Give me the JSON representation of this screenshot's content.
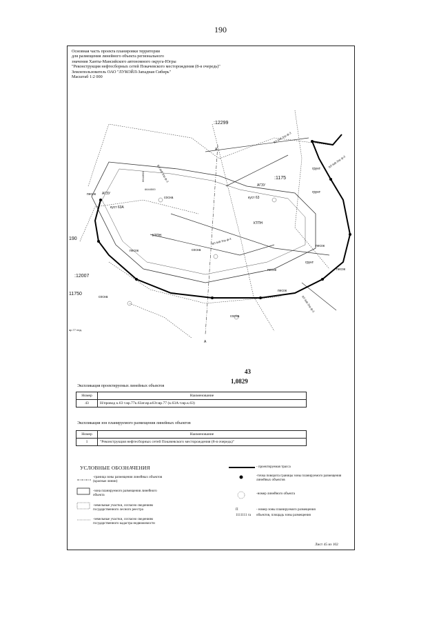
{
  "page_number": "190",
  "header": {
    "line1": "Основная часть проекта планировки территории",
    "line2": "для размещения линейного объекта регионального",
    "line3": "значения Ханты-Мансийского автономного округа-Югры",
    "line4": "\"Реконструкция нефтесборных сетей Покачевского месторождения (8-я очередь)\"",
    "line5": "Землепользователь ОАО \"ЛУКОЙЛ-Западная Сибирь\"",
    "line6": "Масштаб 1:2 000"
  },
  "map_labels": {
    "parcel_12299": ":12299",
    "parcel_1175": ":1175",
    "parcel_190": "190",
    "parcel_12007": ":12007",
    "parcel_11750": "11750",
    "agzu_1": "АГЗУ",
    "agzu_2": "АГЗУ",
    "kust_63a": "куст 63А",
    "kust_63": "куст 63",
    "grunt_1": "грунт",
    "grunt_2": "грунт",
    "grunt_3": "грунт",
    "pesok_1": "песок",
    "pesok_2": "песок",
    "pesok_3": "песок",
    "pesok_4": "песок",
    "pesok_5": "песок",
    "pesok_6": "песок",
    "sosna_1": "сосна",
    "sosna_2": "сосна",
    "sosna_3": "сосна",
    "sosna_4": "сосна",
    "ktpn_1": "КТПН",
    "ktpn_2": "КТПН",
    "vl_1": "ВЛ 6кВ 3пр ф-3",
    "vl_2": "ВЛ 6кВ 3пр ф-3",
    "vl_3": "ВЛ 6кВ 3пр ф-3",
    "vl_4": "ВЛ 6кВ 3пр ф-3",
    "vl_5": "ВЛ 6кВ 3пр ф-3",
    "section_a_top": "А",
    "section_a_bottom": "А",
    "coord_1": "6644600",
    "coord_2": "6644500",
    "ar77": "ар.77 нед.",
    "num_43": "43",
    "num_1_0829": "1,0829"
  },
  "table1": {
    "caption": "Экспликация проектируемых линейных объектов",
    "col_num": "Номер",
    "col_name": "Наименование",
    "rows": [
      {
        "num": "43",
        "name": "Н/провод к.63 т.вр.77к.63ат.вр.к63т.вр.77 (к.63А-т.вр.к.63)"
      }
    ]
  },
  "table2": {
    "caption": "Экспликация зон планируемого размещения линейных объектов",
    "col_num": "Номер",
    "col_name": "Наименование",
    "rows": [
      {
        "num": "1",
        "name": "\"Реконструкция нефтесборных сетей Покачевского месторождения (8-я очередь)\""
      }
    ]
  },
  "legend": {
    "title": "УСЛОВНЫЕ ОБОЗНАЧЕНИЯ",
    "left": [
      {
        "text": "-граница зоны размещения линейных объектов (красные линии)"
      },
      {
        "text": "-зона планируемого размещения линейного объекта"
      },
      {
        "text": "-земельные участки, согласно сведениям государственного лесного реестра"
      },
      {
        "text": "-земельные участки, согласно сведениям государственного кадастра недвижимости"
      }
    ],
    "right": [
      {
        "text": "- проектируемая трасса"
      },
      {
        "text": "-точка поворота границы зоны планируемого размещения линейных объектов"
      },
      {
        "text": "-номер линейного объекта"
      },
      {
        "symbol": "П",
        "text": "- номер зоны планируемого размещения"
      },
      {
        "symbol": "1111111 га",
        "text": "объектов, площадь зоны размещения"
      }
    ]
  },
  "sheet_number": "Лист 45 из 102"
}
